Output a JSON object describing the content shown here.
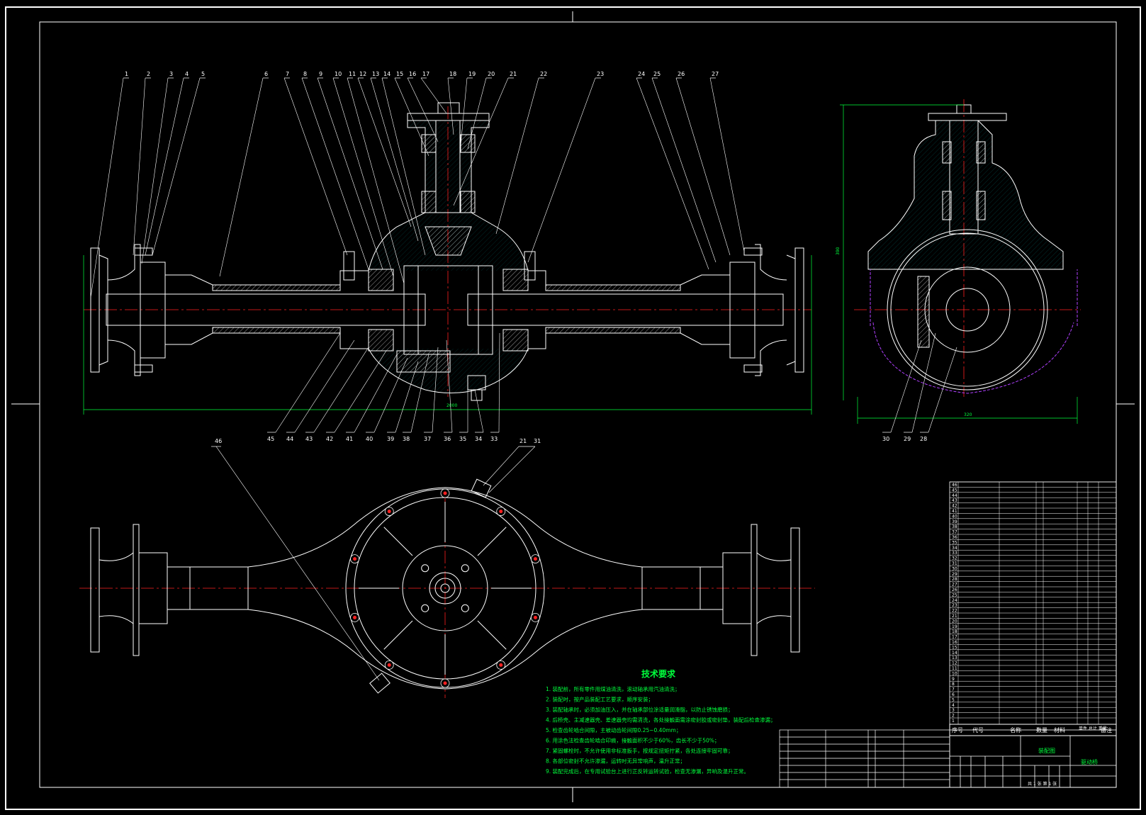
{
  "balloons": {
    "top_row": [
      "1",
      "2",
      "3",
      "4",
      "5",
      "6",
      "7",
      "8",
      "9",
      "10",
      "11",
      "12",
      "13",
      "14",
      "15",
      "16",
      "17",
      "18",
      "19",
      "20",
      "21",
      "22",
      "23",
      "24",
      "25",
      "26",
      "27"
    ],
    "bottom_row": [
      "45",
      "44",
      "43",
      "42",
      "41",
      "40",
      "39",
      "38",
      "37",
      "36",
      "35",
      "34",
      "33"
    ],
    "side_bottom": [
      "30",
      "29",
      "28"
    ],
    "plan_left": "46",
    "plan_right": [
      "21",
      "31"
    ]
  },
  "dimensions": {
    "front_width": "2000",
    "side_width": "320",
    "side_height": "390"
  },
  "tech_req": {
    "title": "技术要求",
    "lines": [
      "1. 装配前，所有零件用煤油清洗，滚动轴承用汽油清洗；",
      "2. 装配时，按产品装配工艺要求，顺序安装；",
      "3. 装配轴承时，必须加油压入，并在轴承部位涂适量润滑脂，以防止锈蚀磨损；",
      "4. 后桥壳、主减速器壳、差速器壳均需清洗，各处接触面需涂密封胶或密封垫，装配后检查渗漏；",
      "5. 检查齿轮啮合间隙，主被动齿轮间隙0.25~0.40mm；",
      "6. 用涂色法检查齿轮啮合印痕，接触面积不少于60%，齿长不少于50%；",
      "7. 紧固螺栓时，不允许使用非标准扳手，按规定扭矩拧紧，各处连接牢固可靠；",
      "8. 各部位密封不允许渗漏，运转时无异常响声，温升正常；",
      "9. 装配完成后，在专用试验台上进行正反转运转试验，检查无渗漏，异响及温升正常。"
    ]
  },
  "bom_rows": [
    [
      "46",
      "",
      "",
      ""
    ],
    [
      "45",
      "",
      "",
      ""
    ],
    [
      "44",
      "",
      "",
      ""
    ],
    [
      "43",
      "",
      "",
      ""
    ],
    [
      "42",
      "",
      "",
      ""
    ],
    [
      "41",
      "",
      "",
      ""
    ],
    [
      "40",
      "",
      "",
      ""
    ],
    [
      "39",
      "",
      "",
      ""
    ],
    [
      "38",
      "",
      "",
      ""
    ],
    [
      "37",
      "",
      "",
      ""
    ],
    [
      "36",
      "",
      "",
      ""
    ],
    [
      "35",
      "",
      "",
      ""
    ],
    [
      "34",
      "",
      "",
      ""
    ],
    [
      "33",
      "",
      "",
      ""
    ],
    [
      "32",
      "",
      "",
      ""
    ],
    [
      "31",
      "",
      "",
      ""
    ],
    [
      "30",
      "",
      "",
      ""
    ],
    [
      "29",
      "",
      "",
      ""
    ],
    [
      "28",
      "",
      "",
      ""
    ],
    [
      "27",
      "",
      "",
      ""
    ],
    [
      "26",
      "",
      "",
      ""
    ],
    [
      "25",
      "",
      "",
      ""
    ],
    [
      "24",
      "",
      "",
      ""
    ],
    [
      "23",
      "",
      "",
      ""
    ],
    [
      "22",
      "",
      "",
      ""
    ],
    [
      "21",
      "",
      "",
      ""
    ],
    [
      "20",
      "",
      "",
      ""
    ],
    [
      "19",
      "",
      "",
      ""
    ],
    [
      "18",
      "",
      "",
      ""
    ],
    [
      "17",
      "",
      "",
      ""
    ],
    [
      "16",
      "",
      "",
      ""
    ],
    [
      "15",
      "",
      "",
      ""
    ],
    [
      "14",
      "",
      "",
      ""
    ],
    [
      "13",
      "",
      "",
      ""
    ],
    [
      "12",
      "",
      "",
      ""
    ],
    [
      "11",
      "",
      "",
      ""
    ],
    [
      "10",
      "",
      "",
      ""
    ],
    [
      "9",
      "",
      "",
      ""
    ],
    [
      "8",
      "",
      "",
      ""
    ],
    [
      "7",
      "",
      "",
      ""
    ],
    [
      "6",
      "",
      "",
      ""
    ],
    [
      "5",
      "",
      "",
      ""
    ],
    [
      "4",
      "",
      "",
      ""
    ],
    [
      "3",
      "",
      "",
      ""
    ],
    [
      "2",
      "",
      "",
      ""
    ],
    [
      "1",
      "",
      "",
      ""
    ]
  ],
  "bom_header": {
    "seq": "序号",
    "code": "代号",
    "name": "名称",
    "qty": "数量",
    "material": "材料",
    "weight": "单件 总计 重量",
    "remark": "备注"
  },
  "title_block": {
    "drawing_name": "装配图",
    "product_name": "驱动桥",
    "sheet_info": "共 1 张 第 1 张"
  },
  "colors": {
    "background": "#000000",
    "lines": "#ffffff",
    "green": "#00ff3c",
    "centerline": "#ff2020",
    "hatch": "#00c8c8",
    "magenta": "#b040ff"
  }
}
